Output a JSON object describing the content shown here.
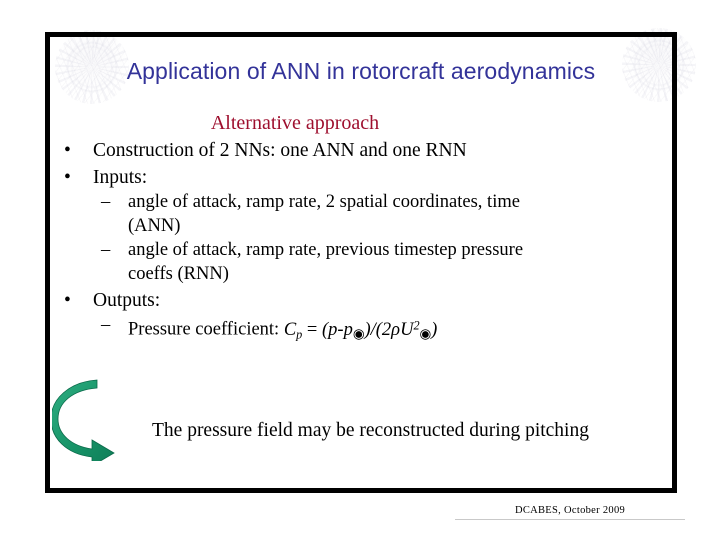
{
  "slide": {
    "title": "Application of ANN in rotorcraft aerodynamics",
    "subheading": "Alternative approach",
    "title_color": "#333399",
    "subheading_color": "#9e0f2e",
    "frame_color": "#000000",
    "background_color": "#ffffff",
    "arrow_color": "#1e9e72"
  },
  "bullets": [
    {
      "bullet_glyph": "•",
      "text": "Construction of  2 NNs: one ANN and one RNN",
      "sub": []
    },
    {
      "bullet_glyph": "•",
      "text": "Inputs:",
      "sub": [
        {
          "dash_glyph": "–",
          "text": "angle of attack, ramp rate, 2 spatial coordinates, time",
          "continuation": "(ANN)"
        },
        {
          "dash_glyph": "–",
          "text": "angle of attack, ramp rate,  previous timestep pressure",
          "continuation": "coeffs (RNN)"
        }
      ]
    },
    {
      "bullet_glyph": "•",
      "text": "Outputs:",
      "sub": [
        {
          "dash_glyph": "–",
          "label": "Pressure coefficient:",
          "formula": {
            "cp_var": "C",
            "cp_sub": "p",
            "equals": "=",
            "numerator_open": "(",
            "p_var": "p",
            "minus": "-",
            "p_inf_var": "p",
            "inf_glyph": "◉",
            "numerator_close": ")",
            "divide": "/",
            "denominator_open": "(",
            "two": "2",
            "rho": "ρ",
            "u_var": "U",
            "u_exp": "2",
            "denominator_close": ")",
            "plain": "Cp = (p-p◉)/(2ρU2◉)"
          }
        }
      ]
    }
  ],
  "closing": "The pressure field may be reconstructed during pitching",
  "footer": {
    "text": "DCABES, October 2009"
  },
  "decorations": {
    "crest_left": "university-crest-watermark",
    "crest_right": "university-crest-watermark",
    "arrow": "curved-green-arrow"
  }
}
